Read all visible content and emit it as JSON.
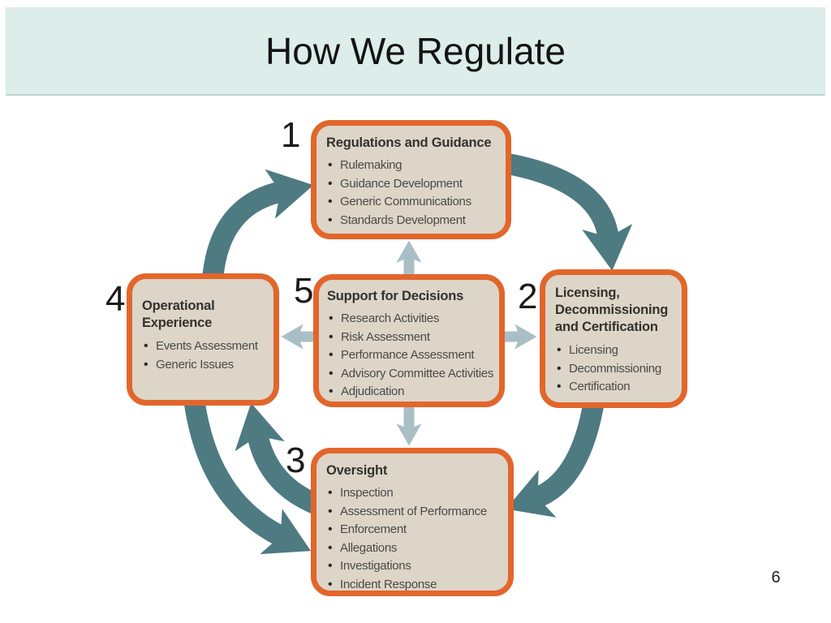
{
  "header": {
    "title": "How We Regulate"
  },
  "footer": {
    "page_number": "6"
  },
  "colors": {
    "header_bg": "#dcedea",
    "header_edge": "#bcd6d2",
    "box_fill": "#dcd5c8",
    "box_border": "#e2662b",
    "cycle_arrow": "#4e7a81",
    "cross_arrow": "#a9bfc5",
    "title_color": "#141414",
    "box_title_color": "#33322d",
    "item_color": "#4b4a45",
    "number_color": "#1b1b19"
  },
  "diagram": {
    "boxes": [
      {
        "number": "1",
        "title": "Regulations and Guidance",
        "items": [
          "Rulemaking",
          "Guidance Development",
          "Generic Communications",
          "Standards Development"
        ]
      },
      {
        "number": "2",
        "title": "Licensing, Decommissioning and Certification",
        "items": [
          "Licensing",
          "Decommissioning",
          "Certification"
        ]
      },
      {
        "number": "3",
        "title": "Oversight",
        "items": [
          "Inspection",
          "Assessment of Performance",
          "Enforcement",
          "Allegations",
          "Investigations",
          "Incident Response"
        ]
      },
      {
        "number": "4",
        "title": "Operational Experience",
        "items": [
          "Events Assessment",
          "Generic Issues"
        ]
      },
      {
        "number": "5",
        "title": "Support for Decisions",
        "items": [
          "Research Activities",
          "Risk Assessment",
          "Performance Assessment",
          "Advisory Committee Activities",
          "Adjudication"
        ]
      }
    ]
  }
}
